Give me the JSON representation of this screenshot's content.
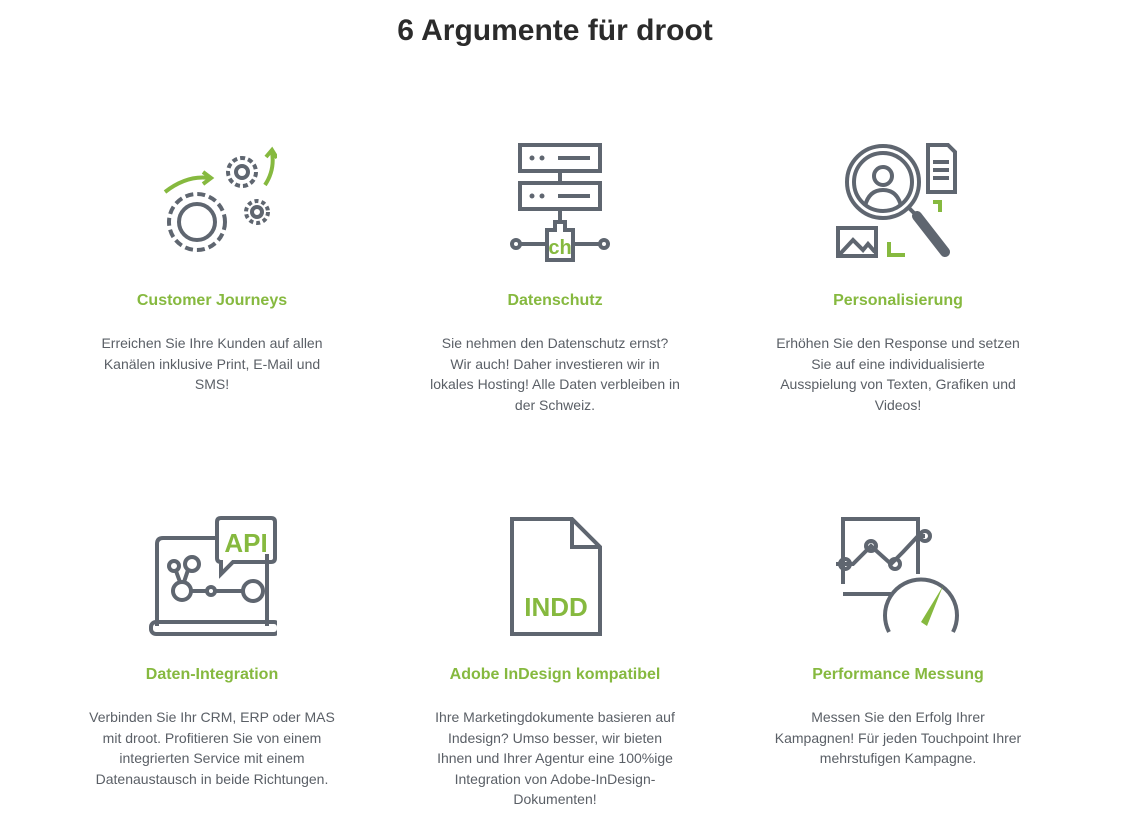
{
  "title": "6 Argumente für droot",
  "features": [
    {
      "icon": "gears-icon",
      "title": "Customer Journeys",
      "text": "Erreichen Sie Ihre Kunden auf allen Kanälen inklusive Print, E-Mail und SMS!"
    },
    {
      "icon": "server-ch-icon",
      "icon_label": "ch",
      "title": "Datenschutz",
      "text": "Sie nehmen den Datenschutz ernst? Wir auch! Daher investieren wir in lokales Hosting! Alle Daten verbleiben in der Schweiz."
    },
    {
      "icon": "person-magnifier-icon",
      "title": "Personalisierung",
      "text": "Erhöhen Sie den Response und setzen Sie auf eine individualisierte Ausspielung von Texten, Grafiken und Videos!"
    },
    {
      "icon": "laptop-api-icon",
      "icon_label": "API",
      "title": "Daten-Integration",
      "text": "Verbinden Sie Ihr CRM, ERP oder MAS mit droot. Profitieren Sie von einem integrierten Service mit einem Datenaustausch in beide Richtungen."
    },
    {
      "icon": "indd-file-icon",
      "icon_label": "INDD",
      "title": "Adobe InDesign kompatibel",
      "text": "Ihre Marketingdokumente basieren auf Indesign? Umso besser, wir bieten Ihnen und Ihrer Agentur eine 100%ige Integration von Adobe-InDesign-Dokumenten!"
    },
    {
      "icon": "chart-gauge-icon",
      "title": "Performance Messung",
      "text": "Messen Sie den Erfolg Ihrer Kampagnen! Für jeden Touchpoint Ihrer mehrstufigen Kampagne."
    }
  ],
  "colors": {
    "accent": "#86b93f",
    "icon": "#5f6670",
    "text": "#5a5f66"
  }
}
